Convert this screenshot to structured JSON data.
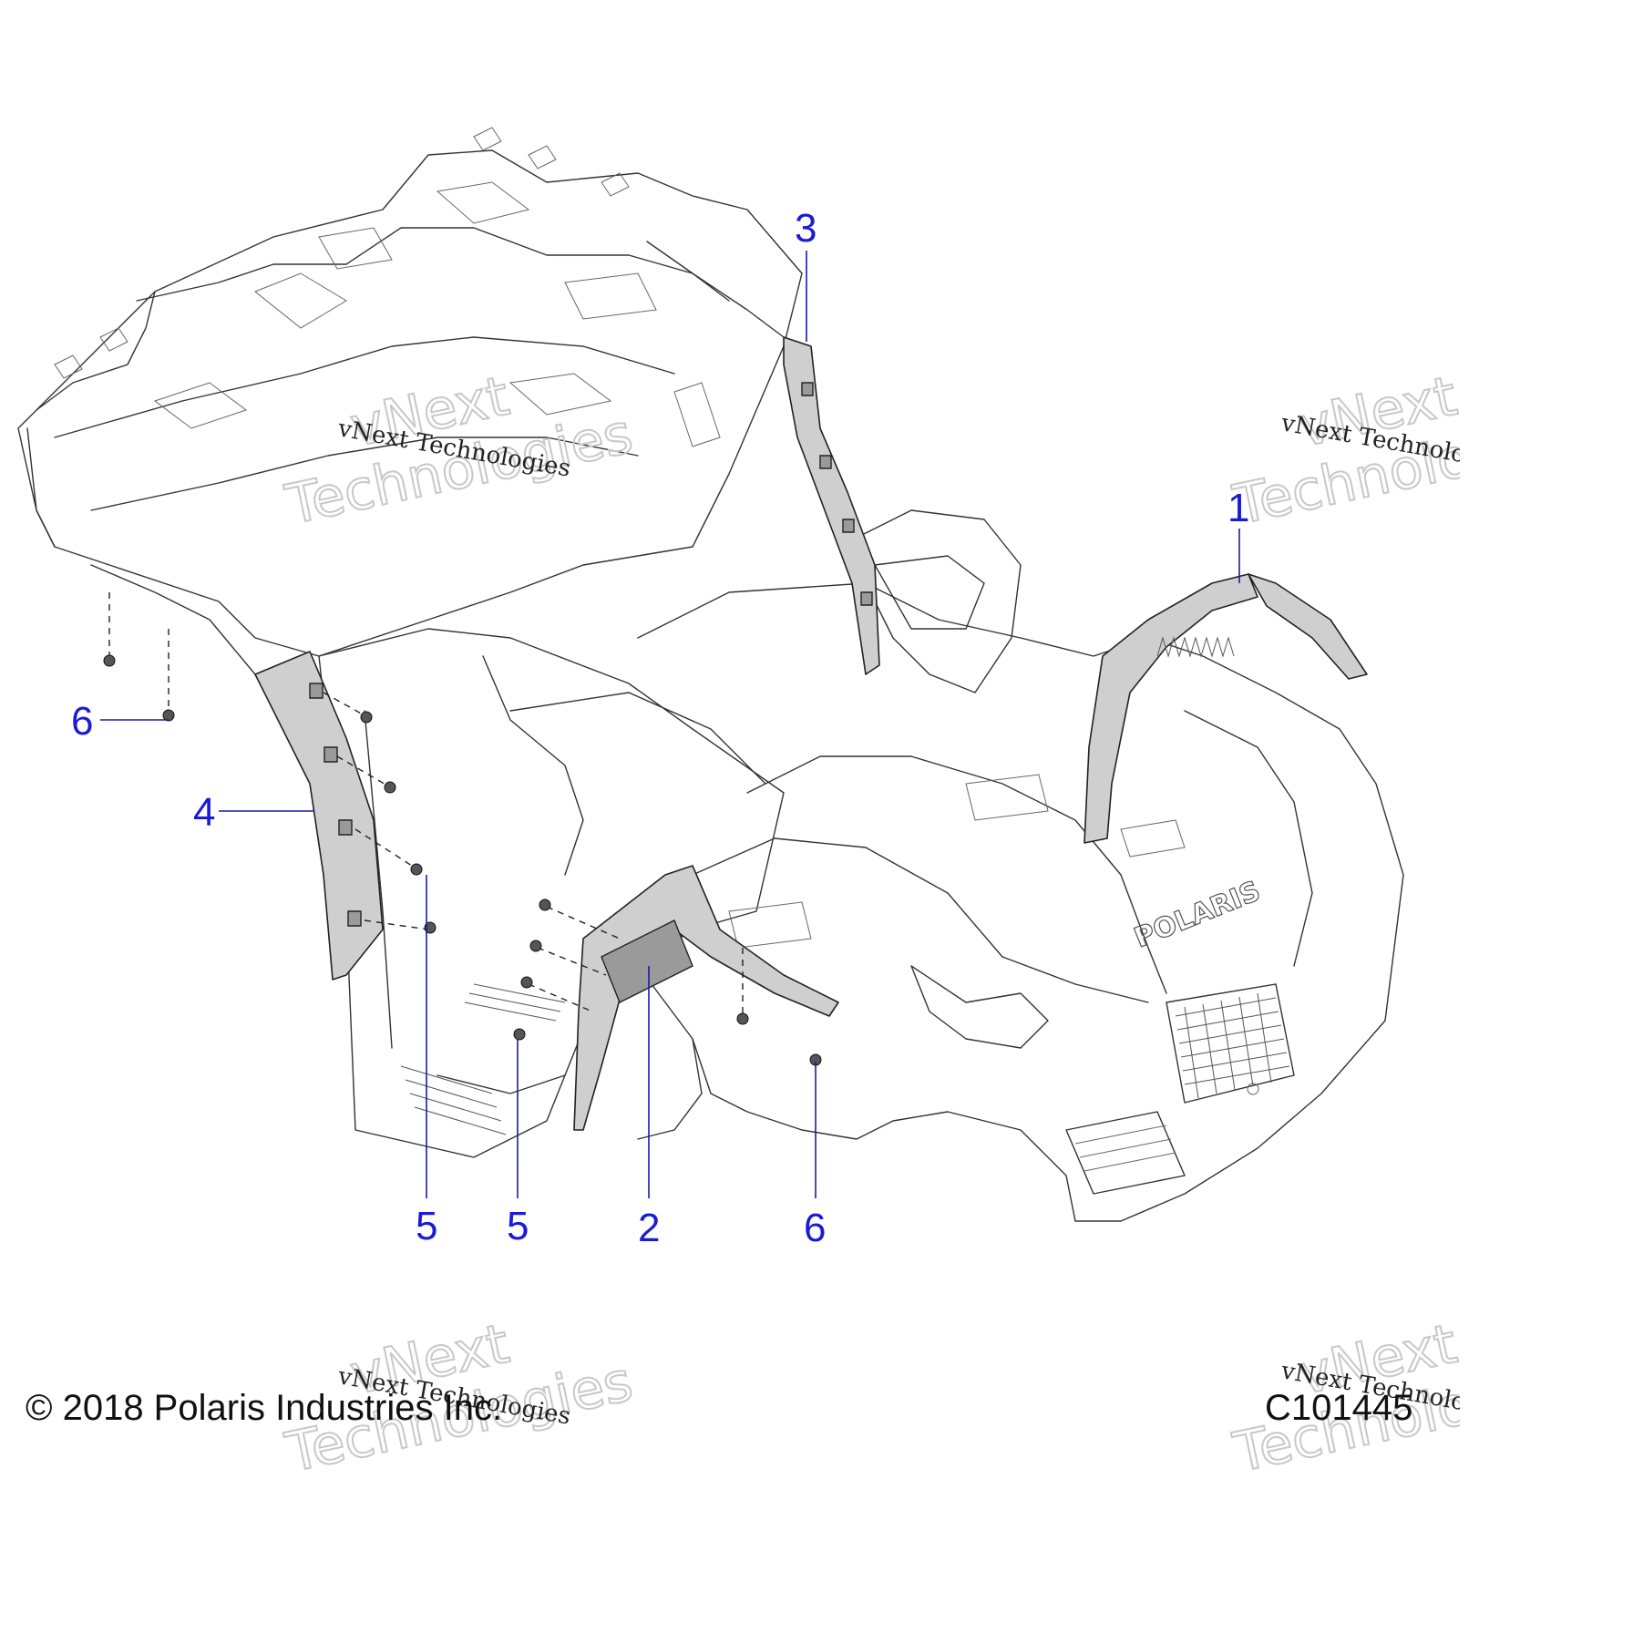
{
  "callouts": [
    {
      "label": "1"
    },
    {
      "label": "2"
    },
    {
      "label": "3"
    },
    {
      "label": "4"
    },
    {
      "label": "5"
    },
    {
      "label": "5"
    },
    {
      "label": "6"
    },
    {
      "label": "6"
    }
  ],
  "footer": {
    "copyright": "© 2018 Polaris Industries Inc.",
    "figure_id": "C101445"
  },
  "watermark": {
    "line1": "vNext Technologies",
    "line2": "vNext",
    "line3": "Technologies"
  },
  "branding": {
    "hood_logo": "POLARIS"
  },
  "colors": {
    "callout": "#1a1ad8",
    "line_art": "#333333",
    "highlight_part": "#cfcfcf"
  }
}
